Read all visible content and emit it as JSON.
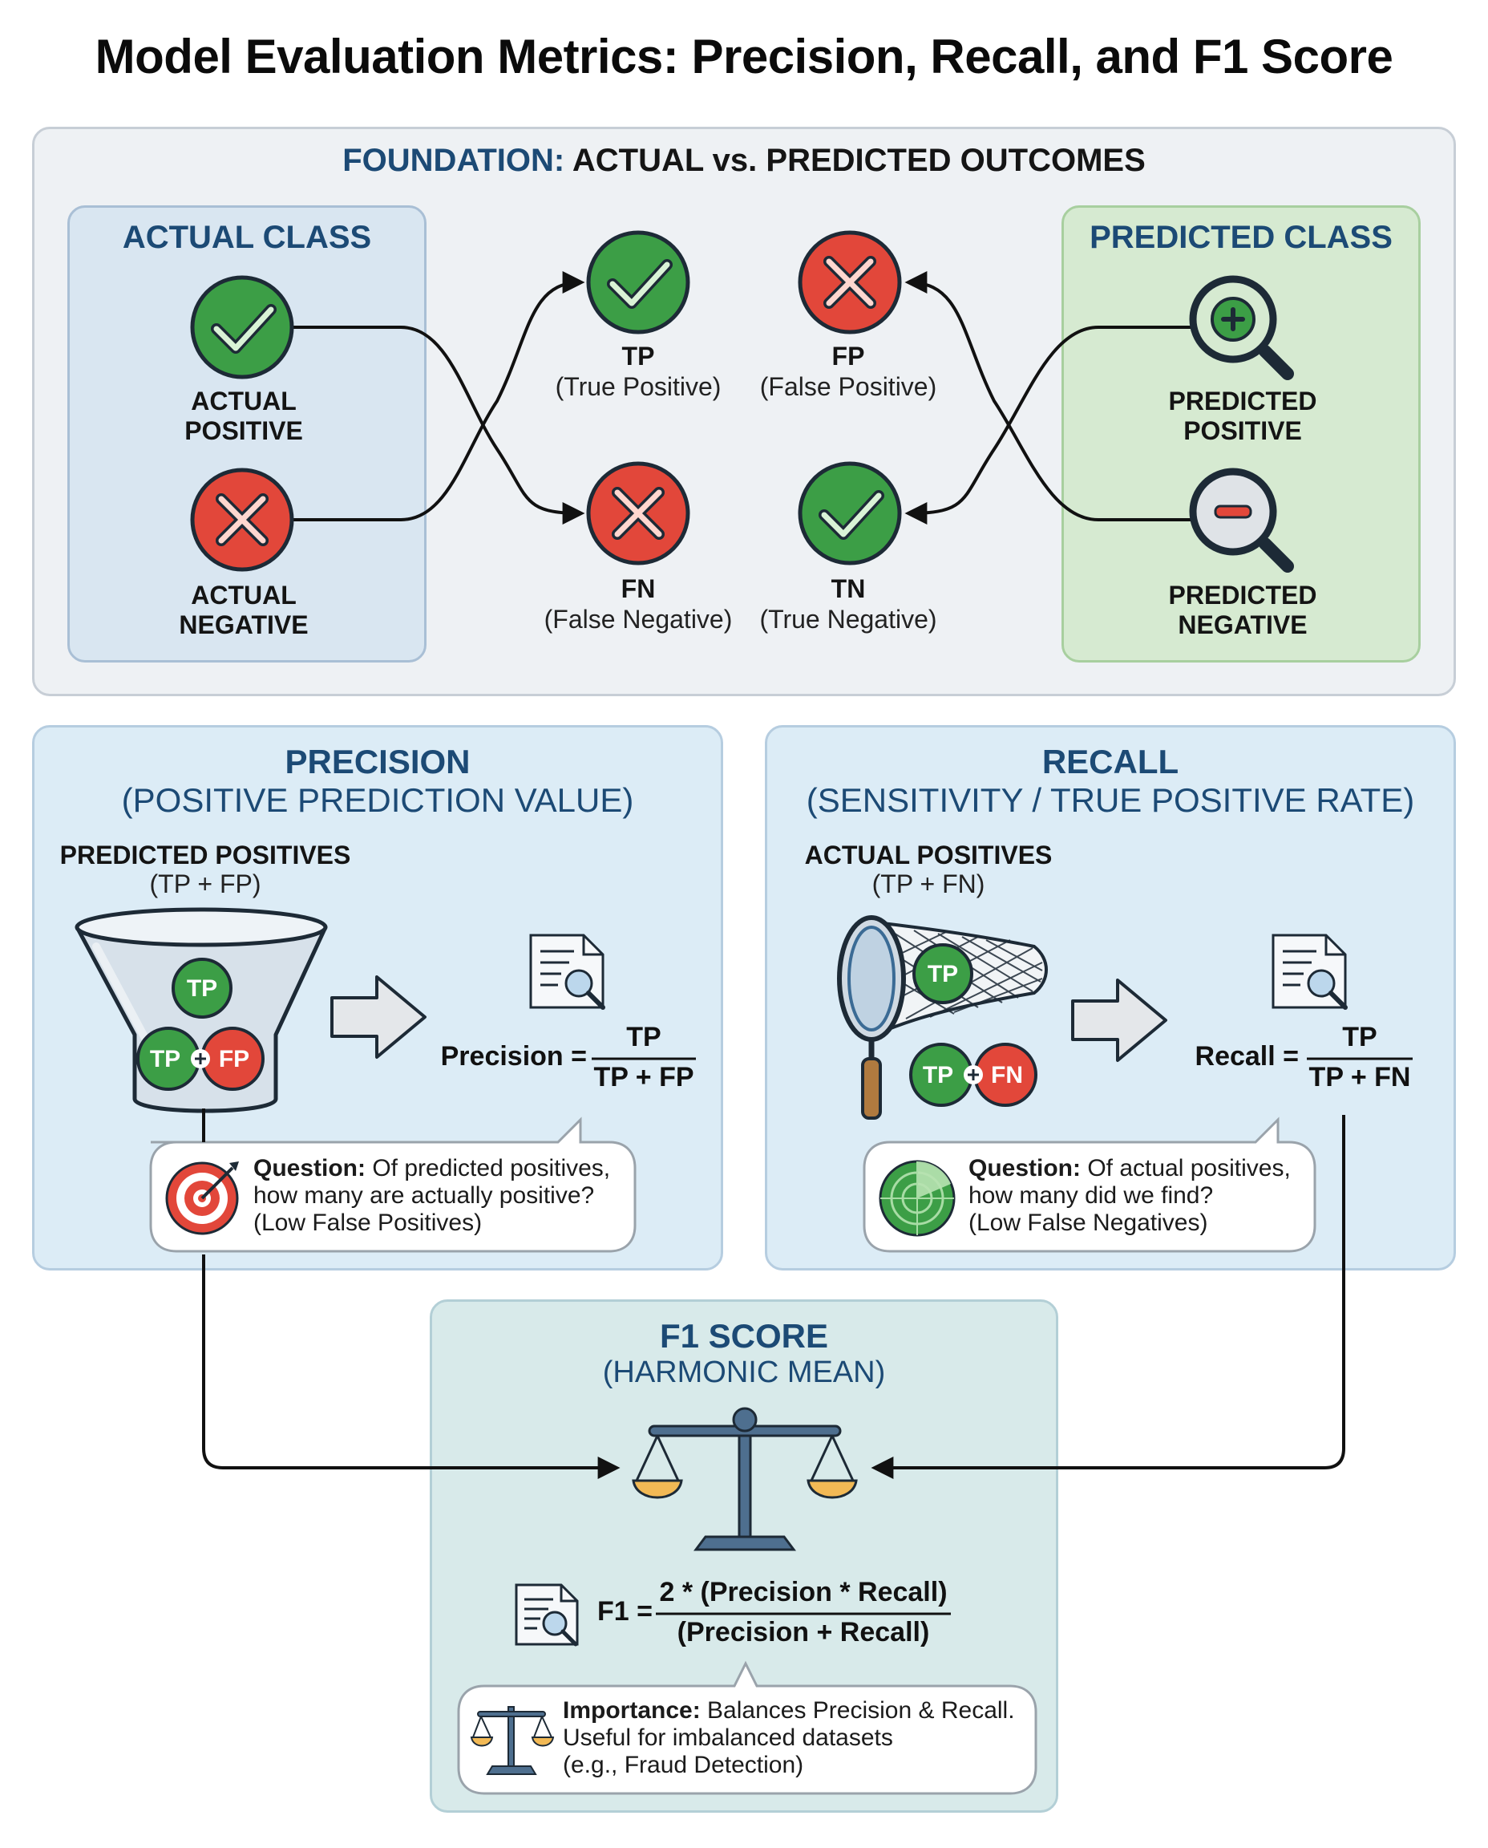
{
  "title": "Model Evaluation Metrics: Precision, Recall, and F1 Score",
  "foundation": {
    "heading_prefix": "FOUNDATION:",
    "heading_rest": "ACTUAL vs. PREDICTED OUTCOMES",
    "actual": {
      "heading": "ACTUAL CLASS",
      "positive_line1": "ACTUAL",
      "positive_line2": "POSITIVE",
      "negative_line1": "ACTUAL",
      "negative_line2": "NEGATIVE"
    },
    "predicted": {
      "heading": "PREDICTED CLASS",
      "positive_line1": "PREDICTED",
      "positive_line2": "POSITIVE",
      "negative_line1": "PREDICTED",
      "negative_line2": "NEGATIVE"
    },
    "outcomes": {
      "tp_abbr": "TP",
      "tp_full": "(True Positive)",
      "fp_abbr": "FP",
      "fp_full": "(False Positive)",
      "fn_abbr": "FN",
      "fn_full": "(False Negative)",
      "tn_abbr": "TN",
      "tn_full": "(True Negative)"
    }
  },
  "precision": {
    "heading": "PRECISION",
    "subheading": "(POSITIVE PREDICTION VALUE)",
    "group_label": "PREDICTED POSITIVES",
    "group_formula": "(TP + FP)",
    "bubble_tp": "TP",
    "bubble_pair_left": "TP",
    "bubble_pair_right": "FP",
    "formula_lhs": "Precision =",
    "numerator": "TP",
    "denominator": "TP + FP",
    "question_bold": "Question:",
    "question_line1": " Of predicted positives,",
    "question_line2": "how many are actually positive?",
    "question_line3": "(Low False Positives)"
  },
  "recall": {
    "heading": "RECALL",
    "subheading": "(SENSITIVITY / TRUE POSITIVE RATE)",
    "group_label": "ACTUAL POSITIVES",
    "group_formula": "(TP + FN)",
    "bubble_tp": "TP",
    "bubble_pair_left": "TP",
    "bubble_pair_right": "FN",
    "formula_lhs": "Recall =",
    "numerator": "TP",
    "denominator": "TP + FN",
    "question_bold": "Question:",
    "question_line1": " Of actual positives,",
    "question_line2": "how many did we find?",
    "question_line3": "(Low False Negatives)"
  },
  "f1": {
    "heading": "F1 SCORE",
    "subheading": "(HARMONIC MEAN)",
    "formula_lhs": "F1 =",
    "numerator": "2 * (Precision * Recall)",
    "denominator": "(Precision + Recall)",
    "importance_bold": "Importance:",
    "importance_line1": " Balances Precision & Recall.",
    "importance_line2": "Useful for imbalanced datasets",
    "importance_line3": "(e.g., Fraud Detection)"
  },
  "colors": {
    "green": "#3c9e46",
    "red": "#e2473a",
    "heading_blue": "#1c4a75",
    "dark_outline": "#1d2a36"
  }
}
